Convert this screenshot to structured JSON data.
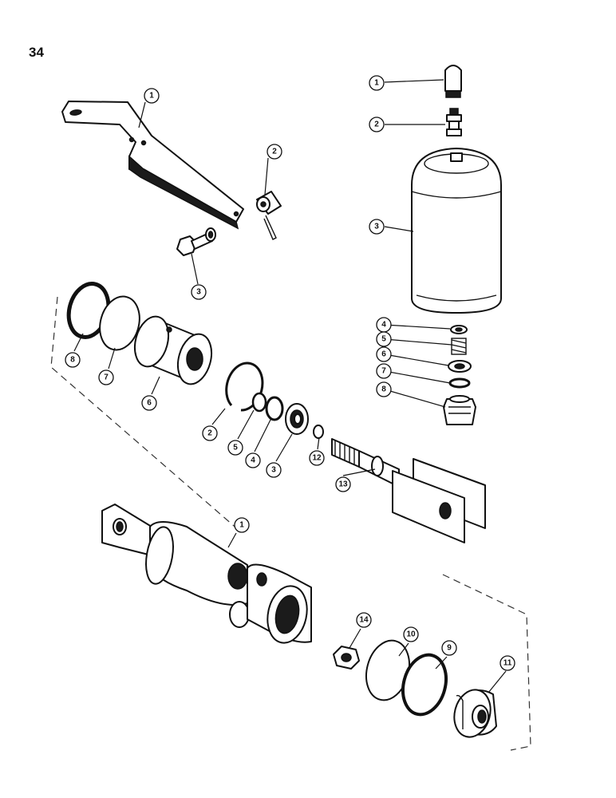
{
  "page_number": "34",
  "callouts": {
    "bracket_group": [
      {
        "label": "1"
      },
      {
        "label": "2"
      },
      {
        "label": "3"
      }
    ],
    "accumulator_group": [
      {
        "label": "1"
      },
      {
        "label": "2"
      },
      {
        "label": "3"
      },
      {
        "label": "4"
      },
      {
        "label": "5"
      },
      {
        "label": "6"
      },
      {
        "label": "7"
      },
      {
        "label": "8"
      }
    ],
    "cylinder_group": [
      {
        "label": "8"
      },
      {
        "label": "7"
      },
      {
        "label": "6"
      },
      {
        "label": "2"
      },
      {
        "label": "5"
      },
      {
        "label": "4"
      },
      {
        "label": "3"
      },
      {
        "label": "12"
      },
      {
        "label": "13"
      },
      {
        "label": "1"
      },
      {
        "label": "14"
      },
      {
        "label": "10"
      },
      {
        "label": "9"
      },
      {
        "label": "11"
      }
    ]
  }
}
